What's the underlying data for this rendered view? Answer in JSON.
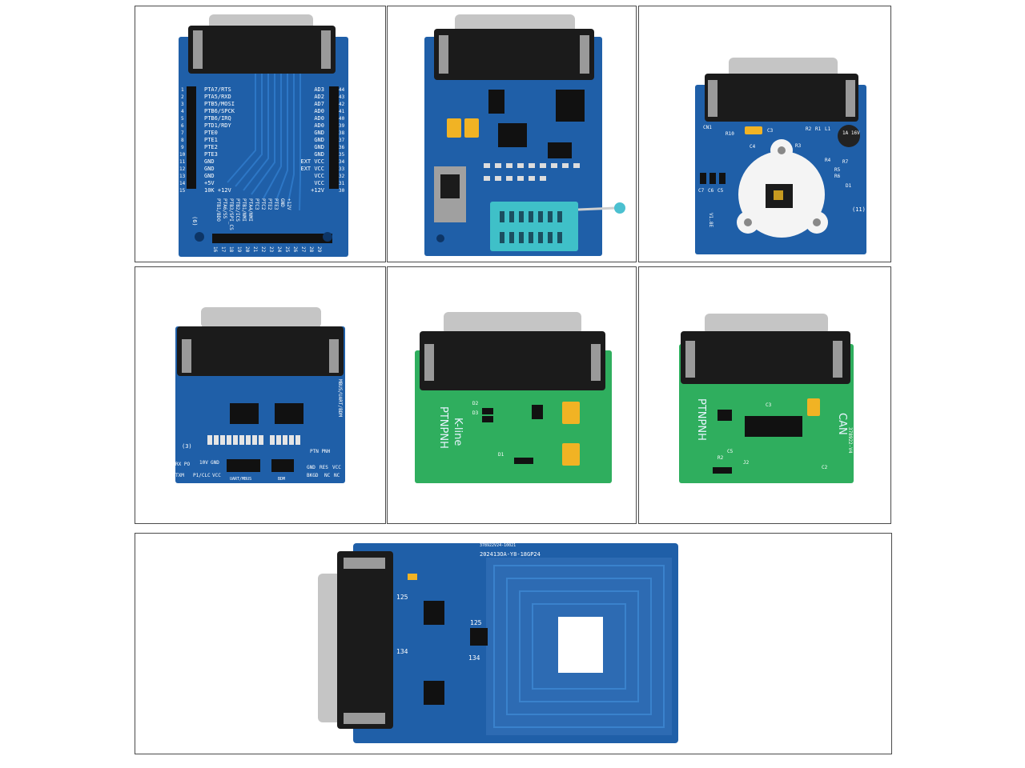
{
  "boards": [
    {
      "name": "Blue BDM pin adapter",
      "left_pins": [
        "PTA7/RTS",
        "PTA5/RXD",
        "PTB5/MOSI",
        "PTB6/SPCK",
        "PTB6/IRQ",
        "PTD1/RDY",
        "PTE0",
        "PTE1",
        "PTE2",
        "PTE3",
        "GND",
        "GND",
        "GND",
        "+5V",
        "10K +12V"
      ],
      "right_pins": [
        "AD3",
        "AD2",
        "AD7",
        "AD0",
        "AD0",
        "AD0",
        "GND",
        "GND",
        "GND",
        "GND",
        "EXT VCC",
        "EXT VCC",
        "VCC",
        "VCC",
        "+12V"
      ],
      "left_numbers": [
        "1",
        "2",
        "3",
        "4",
        "5",
        "6",
        "7",
        "8",
        "9",
        "10",
        "11",
        "12",
        "13",
        "14",
        "15"
      ],
      "right_numbers": [
        "44",
        "43",
        "42",
        "41",
        "40",
        "39",
        "38",
        "37",
        "36",
        "35",
        "34",
        "33",
        "32",
        "31",
        "30"
      ],
      "bottom_numbers": [
        "16",
        "17",
        "18",
        "19",
        "20",
        "21",
        "22",
        "23",
        "24",
        "25",
        "26",
        "27",
        "28",
        "29"
      ],
      "bottom_labels": [
        "PTB1/BDO",
        "PTA6/SS",
        "PTB3/SPI_CS",
        "PTB2/ICS",
        "PTB1/NMI",
        "PTA4/NMI",
        "PTC3",
        "PTC2",
        "PTE2",
        "PTE3",
        "GND",
        "+12V"
      ],
      "tag": "(6)"
    },
    {
      "name": "Blue socket adapter"
    },
    {
      "name": "Blue coil adapter",
      "labels": [
        "CN1",
        "R10",
        "C3",
        "R2",
        "R1",
        "L1",
        "C4",
        "R3",
        "R4",
        "R5",
        "R6",
        "R7",
        "C7",
        "C6",
        "C5",
        "D1"
      ],
      "tag": "(11)",
      "side_text": "V1.8E",
      "cap_text": "1A 16V"
    },
    {
      "name": "Blue UART/BDM adapter",
      "tag": "(3)",
      "labels": [
        "RX PO",
        "TXM",
        "10V",
        "GND",
        "P1/CLC",
        "VCC",
        "GND",
        "RES",
        "VCC",
        "BKGD",
        "NC",
        "NC",
        "UART/MBUS",
        "BDM",
        "PTN PNH"
      ],
      "side_text": "MBUS/UART/BDM"
    },
    {
      "name": "Green K-line adapter",
      "side_text_1": "PTNPNH",
      "side_text_2": "K-line",
      "labels": [
        "D2",
        "D3",
        "D1"
      ]
    },
    {
      "name": "Green CAN adapter",
      "side_text_1": "PTNPNH",
      "side_text_2": "CAN",
      "labels": [
        "C3",
        "C2",
        "J2",
        "R2",
        "C5"
      ],
      "side_text_3": "378922-V4"
    },
    {
      "name": "Blue RFID coil adapter",
      "code_small": "378922V24-10021",
      "code_main": "202413OA-Y8-18GP24",
      "labels": [
        "125",
        "134",
        "125",
        "134"
      ]
    }
  ],
  "colors": {
    "pcb_blue": "#1f5fa8",
    "pcb_blue_dark": "#174a86",
    "pcb_green": "#2fae5e",
    "connector_black": "#1b1b1b",
    "metal": "#bfbfbf",
    "socket_teal": "#3fc0c8"
  }
}
